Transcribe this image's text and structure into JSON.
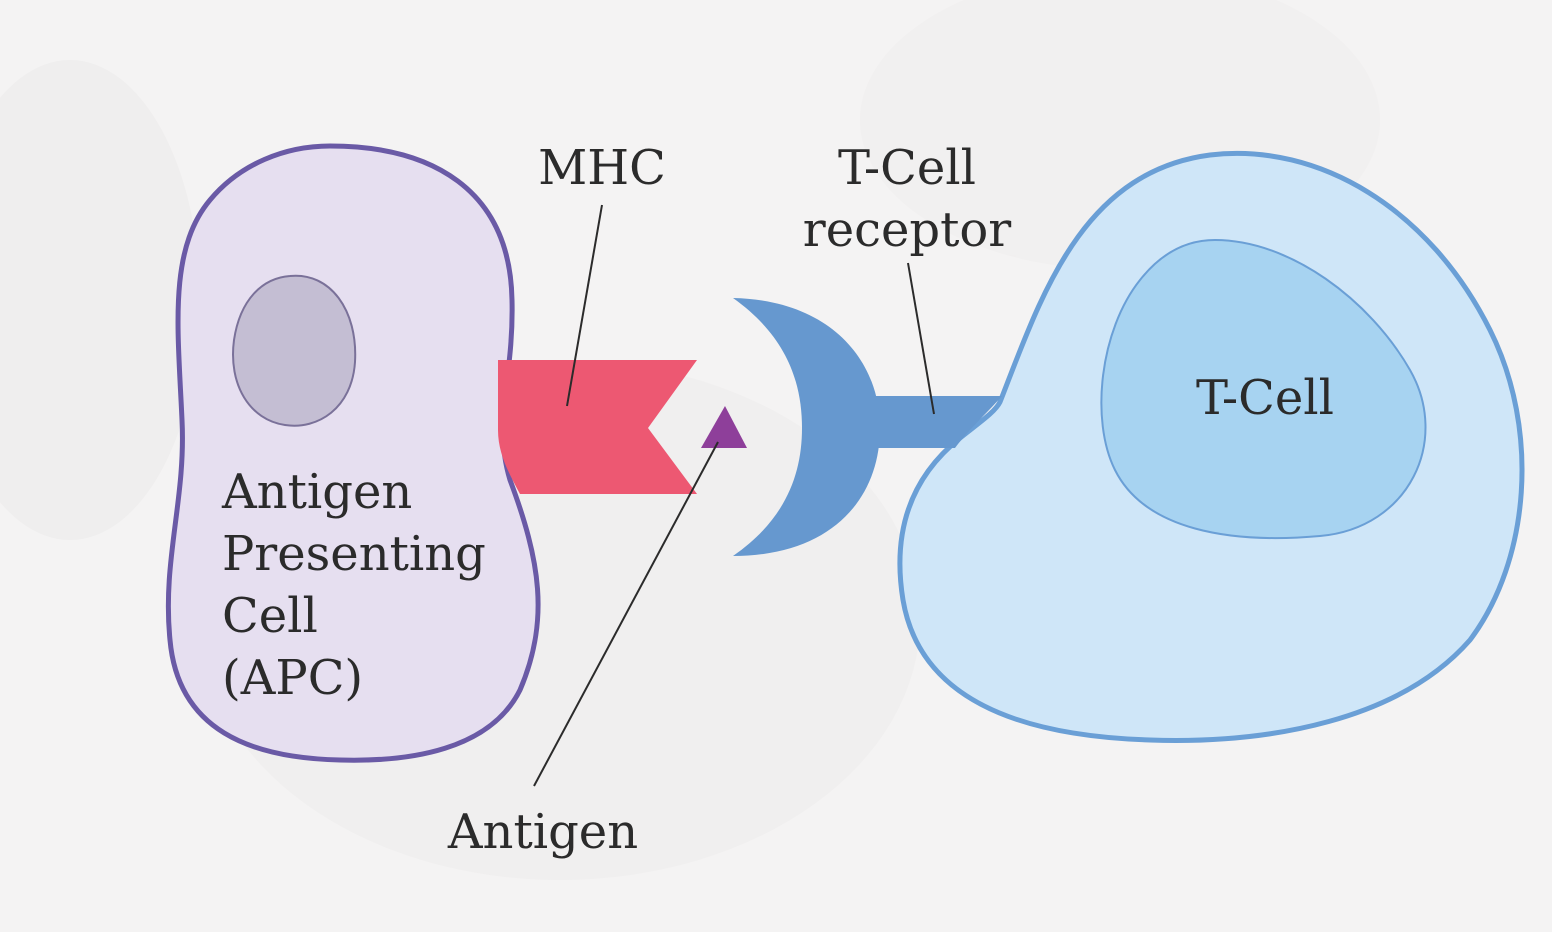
{
  "labels": {
    "mhc": "MHC",
    "tcell_receptor_line1": "T-Cell",
    "tcell_receptor_line2": "receptor",
    "apc_line1": "Antigen",
    "apc_line2": "Presenting",
    "apc_line3": "Cell",
    "apc_line4": "(APC)",
    "tcell": "T-Cell",
    "antigen": "Antigen"
  },
  "colors": {
    "background": "#f4f3f3",
    "apc_fill": "#e6dff0",
    "apc_outline": "#6a5aa6",
    "apc_nucleus": "#c4bed3",
    "mhc": "#ed5872",
    "antigen": "#8e3f9a",
    "receptor": "#6698cf",
    "tcell_fill": "#cfe6f8",
    "tcell_outline": "#6a9fd6",
    "tcell_nucleus": "#a7d3f1"
  }
}
